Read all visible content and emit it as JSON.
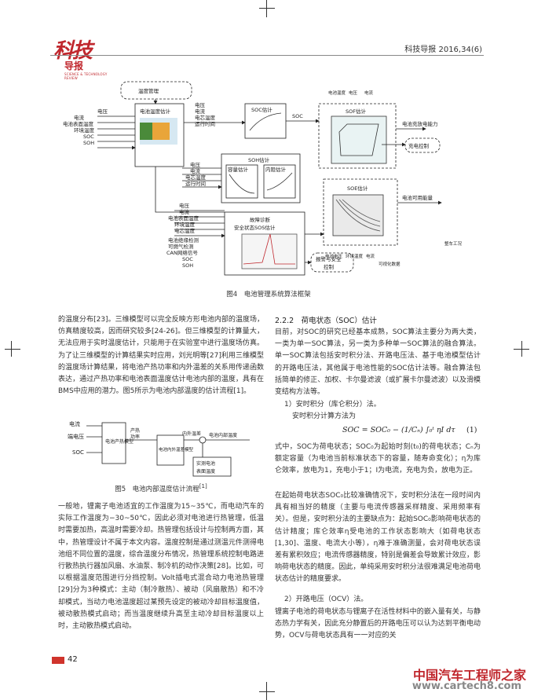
{
  "header": {
    "brand_line1": "科技",
    "brand_line2": "导报",
    "brand_small": "SCIENCE & TECHNOLOGY REVIEW",
    "journal": "科技导报 2016,34(6)"
  },
  "figure4": {
    "caption": "图4　电池管理系统算法框架",
    "temp_mgmt": "温度管理",
    "inputs_left": [
      "电压",
      "电流",
      "电池表面温度",
      "环境温度",
      "SOC",
      "SOH"
    ],
    "thermal_box": "电池温度估计",
    "inputs_soc": [
      "电压",
      "电流",
      "电芯温度",
      "运行时间"
    ],
    "soc_box": "SOC估计",
    "soc_label": "SOC",
    "soh_box": "SOH估计",
    "soh_sub1": "容量估计",
    "soh_sub2": "内阻估计",
    "inputs_soh": [
      "电压",
      "电流",
      "电芯温度",
      "运行时间"
    ],
    "sof_box": "SOF估计",
    "sof_inputs": [
      "电池温度",
      "电压",
      "电流"
    ],
    "sof_out": "电池充放电能力",
    "charge_ctrl": "充电控制",
    "soe_box": "SOE估计",
    "soe_out": "电池可用能量",
    "soe_inputs": [
      "电池电压",
      "环境温度",
      "电流",
      "可视化数据"
    ],
    "fault_box_line1": "故障诊断",
    "fault_box_line2": "安全状态SOS估计",
    "inputs_fault": [
      "电压",
      "电流",
      "电池表面温度",
      "环境温度",
      "电芯温度",
      "电池绝缘检测",
      "可燃气检测",
      "CAN网络信号",
      "SOC",
      "SOH"
    ],
    "alarm_line1": "报警与安全",
    "alarm_line2": "控制",
    "vehicle_ctrl": "整车工况"
  },
  "figure5": {
    "caption": "图5　电池内部温度估计流程",
    "caption_ref": "[1]",
    "inputs": [
      "电流",
      "端电压",
      "SOC"
    ],
    "box1": "电池产热模型",
    "heat_label_1": "产热",
    "heat_label_2": "功率",
    "box2": "电池内外温差模型",
    "outer_label": "内外温差",
    "inner_temp": "电池内部温度",
    "box3_line1": "实测电池",
    "box3_line2": "表面温度"
  },
  "left_col": {
    "para1": "的温度分布[23]。三维模型可以完全反映方形电池内部的温度场，仿真精度较高，因而研究较多[24-26]。但三维模型的计算量大，无法应用于实时温度估计，只能用于在实验室中进行温度场仿真。为了让三维模型的计算结果实时应用，刘光明等[27]利用三维模型的温度场计算结果，将电池产热功率和内外温差的关系用传递函数表达，通过产热功率和电池表面温度估计电池内部的温度，具有在BMS中应用的潜力。图5所示为电池内部温度的估计流程[1]。",
    "para2": "一般地，锂离子电池适宜的工作温度为15~35℃，而电动汽车的实际工作温度为−30~50℃，因此必须对电池进行热管理，低温时需要加热，高温时需要冷却。热管理包括设计与控制两方面，其中，热管理设计不属于本文内容。温度控制是通过测温元件测得电池组不同位置的温度，综合温度分布情况，热管理系统控制电路进行散热执行器加风扇、水油泵、制冷机的动作决策[28]。比如，可以根据温度范围进行分挡控制。Volt插电式混合动力电池热管理[29]分为3种模式：主动（制冷散热）、被动（风扇散热）和不冷却模式，当动力电池温度超过某预先设定的被动冷却目标温度值，被动散热模式启动；而当温度继续升高至主动冷却目标温度以上时，主动散热模式启动。"
  },
  "right_col": {
    "heading": "2.2.2　荷电状态（SOC）估计",
    "para1": "目前，对SOC的研究已经基本成熟，SOC算法主要分为两大类，一类为单一SOC算法，另一类为多种单一SOC算法的融合算法。单一SOC算法包括安时积分法、开路电压法、基于电池模型估计的开路电压法，其他属于电池性能的SOC估计法等。融合算法包括简单的修正、加权、卡尔曼滤波（或扩展卡尔曼滤波）以及滑模变结构方法等。",
    "item1": "1）安时积分（库仑积分）法。",
    "item1_intro": "安时积分计算方法为",
    "equation": "SOC = SOC₀ − (1/Cₙ) ∫₀ᵗ ηI dτ",
    "eq_no": "(1)",
    "para2": "式中，SOC为荷电状态；SOC₀为起始时刻(t₀)的荷电状态；Cₙ为额定容量（为电池当前标准状态下的容量，随寿命变化）；η为库仑效率，放电为1，充电小于1；I为电流，充电为负，放电为正。",
    "para3": "在起始荷电状态SOC₀比较准确情况下，安时积分法在一段时间内具有相当好的精度（主要与电流传感器采样精度、采用频率有关）。但是，安时积分法的主要缺点为：起始SOC₀影响荷电状态的估计精度；库仑效率η受电池的工作状态影响大（如荷电状态[1,30]、温度、电流大小等），η难于准确测量，会对荷电状态误差有累积效应；电流传感器精度，特别是偏差会导致累计效应，影响荷电状态的精度。因此，单纯采用安时积分法很难满足电池荷电状态估计的精度要求。",
    "item2": "2）开路电压（OCV）法。",
    "para4": "锂离子电池的荷电状态与锂离子在活性材料中的嵌入量有关，与静态热力学有关，因此充分静置后的开路电压可以认为达到平衡电动势，OCV与荷电状态具有一一对应的关"
  },
  "footer": {
    "page": "42",
    "watermark_cn": "中国汽车工程师之家",
    "watermark_url": "www.cartech8.com"
  }
}
